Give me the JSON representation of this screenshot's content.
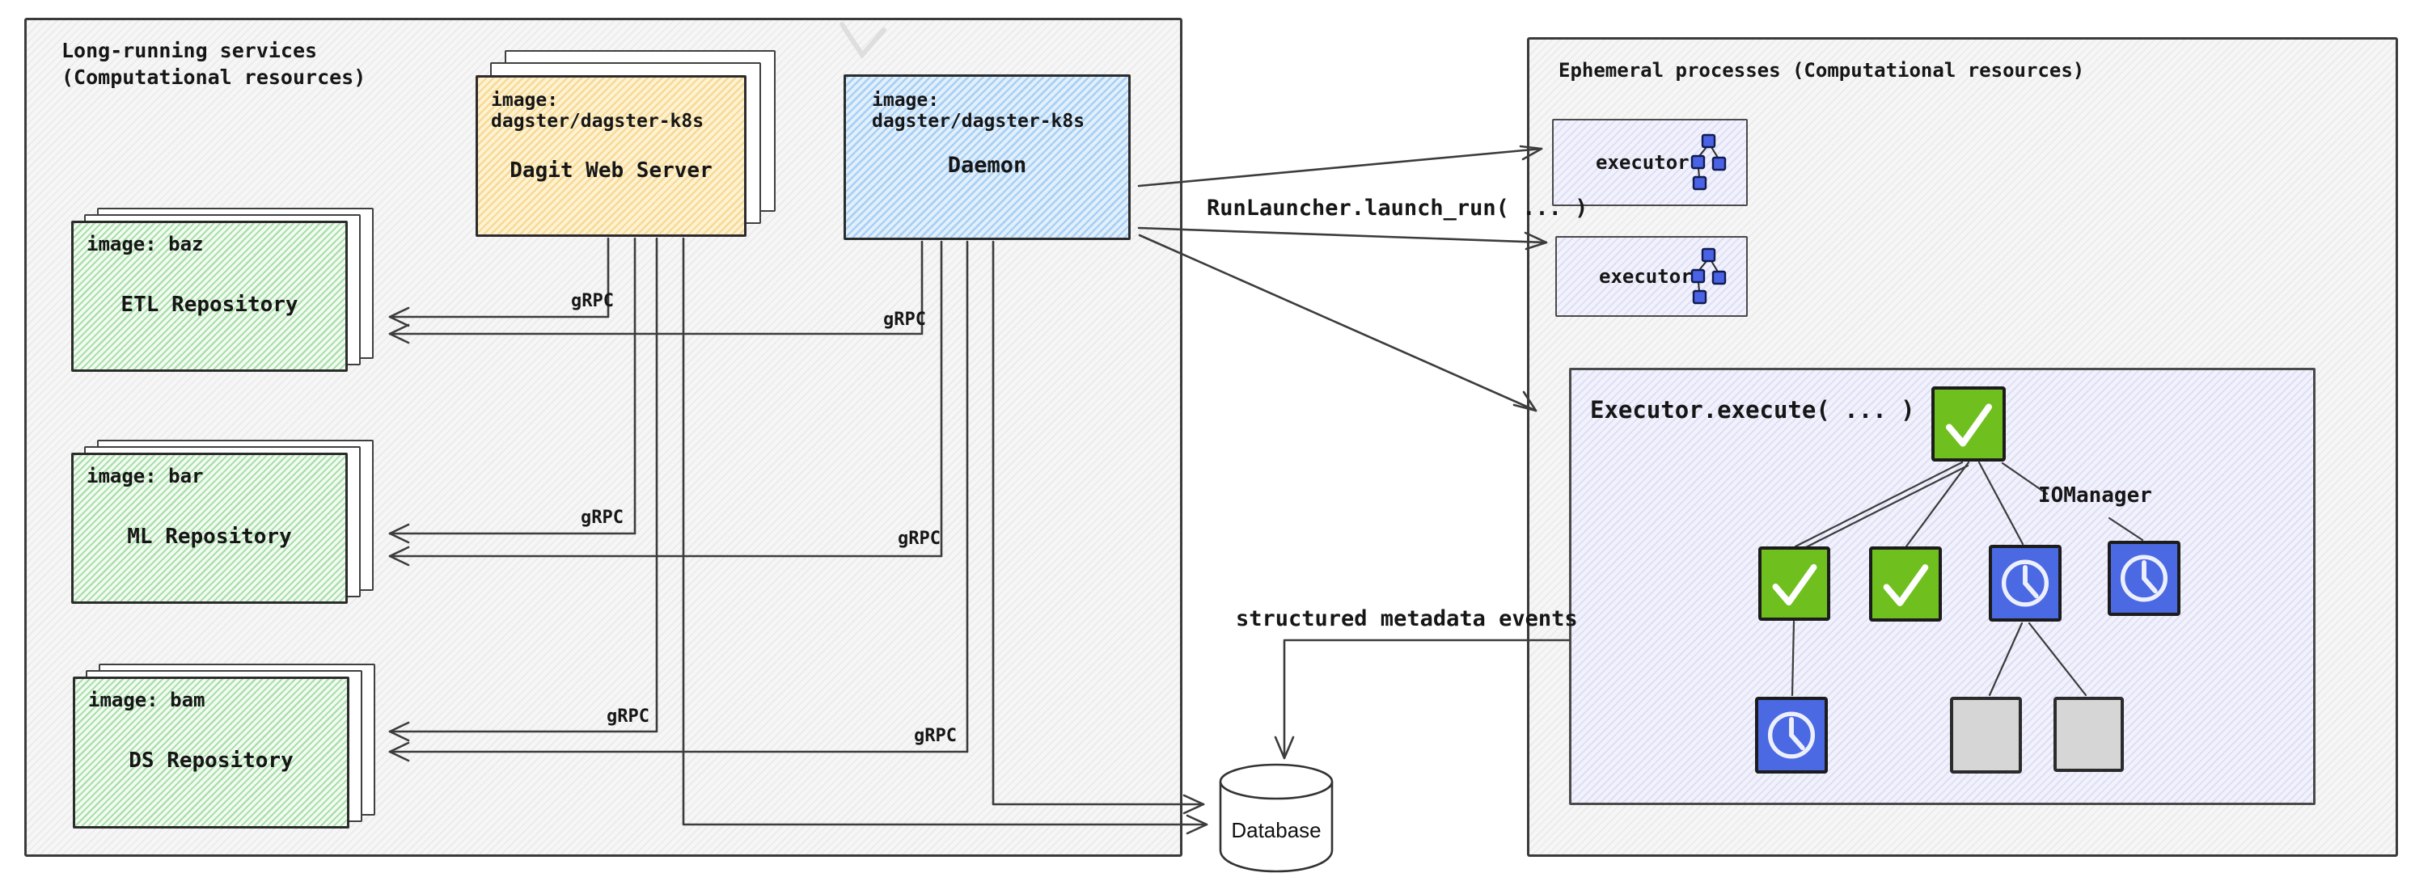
{
  "left_panel": {
    "title": "Long-running services\n(Computational resources)",
    "grpc_label": "gRPC",
    "dagit": {
      "image_label": "image: dagster/dagster-k8s",
      "name": "Dagit Web Server"
    },
    "daemon": {
      "image_label": "image: dagster/dagster-k8s",
      "name": "Daemon"
    },
    "repositories": [
      {
        "image_label": "image: baz",
        "name": "ETL Repository"
      },
      {
        "image_label": "image: bar",
        "name": "ML Repository"
      },
      {
        "image_label": "image: bam",
        "name": "DS Repository"
      }
    ]
  },
  "right_panel": {
    "title": "Ephemeral processes (Computational resources)",
    "executors": [
      {
        "label": "executor"
      },
      {
        "label": "executor"
      }
    ],
    "execute_box": {
      "title": "Executor.execute( ... )",
      "iomanager_label": "IOManager"
    }
  },
  "connections": {
    "run_launcher_label": "RunLauncher.launch_run( ... )",
    "metadata_events_label": "structured metadata events"
  },
  "database": {
    "label": "Database"
  },
  "colors": {
    "panel_fill": "#f6f6f6",
    "dagit_fill": "#fdf2d2",
    "dagit_stripe": "#f8d995",
    "daemon_fill": "#e2f0fc",
    "daemon_stripe": "#a9d0f4",
    "repo_fill": "#f4fbf2",
    "repo_stripe": "#a9e0ac",
    "exec_fill": "#f2f2fc",
    "exec_stripe": "#dedef6",
    "node_green": "#6fc01e",
    "node_blue": "#4b69e2",
    "node_gray": "#d6d6d6",
    "line_color": "#3c3c3c"
  }
}
